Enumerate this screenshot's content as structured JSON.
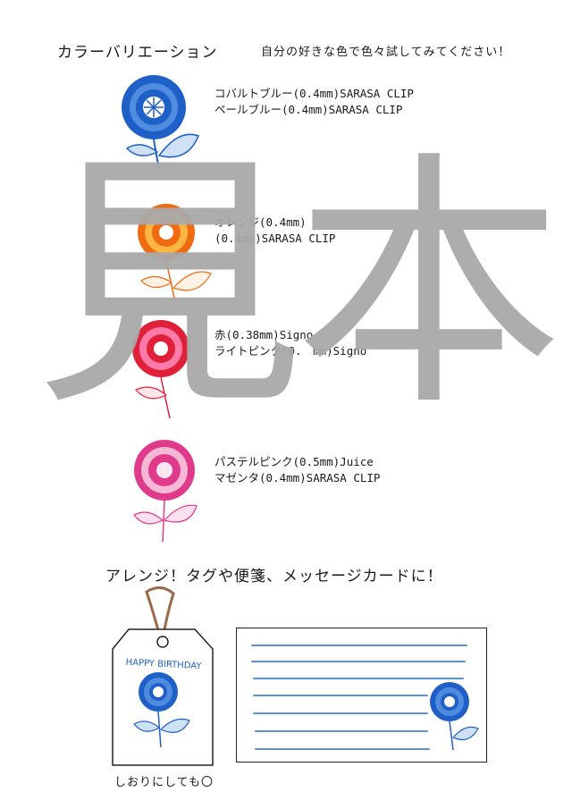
{
  "header": {
    "title": "カラーバリエーション",
    "subtitle": "自分の好きな色で色々試してみてください！"
  },
  "variations": [
    {
      "line1": "コバルトブルー(0.4mm)SARASA CLIP",
      "line2": "ペールブルー(0.4mm)SARASA CLIP",
      "color": "#1f5fc8",
      "light": "#7fb4ee"
    },
    {
      "line1": "オレンジ(0.4mm)",
      "line2": "(0.4mm)SARASA CLIP",
      "color": "#f06a12",
      "light": "#ffb640"
    },
    {
      "line1": "赤(0.38mm)Signo",
      "line2": "ライトピンク(0.　mm)Signo",
      "color": "#e0203a",
      "light": "#ff7aa8"
    },
    {
      "line1": "パステルピンク(0.5mm)Juice",
      "line2": "マゼンタ(0.4mm)SARASA CLIP",
      "color": "#e03a8c",
      "light": "#f7b8d6"
    }
  ],
  "watermark": "見本",
  "arrange": {
    "heading": "アレンジ！タグや便箋、メッセージカードに！",
    "tag_text": "HAPPY BIRTHDAY",
    "tag_caption": "しおりにしても〇"
  },
  "colors": {
    "card_line": "#5b92d6",
    "tag_string": "#9a6a4a"
  }
}
